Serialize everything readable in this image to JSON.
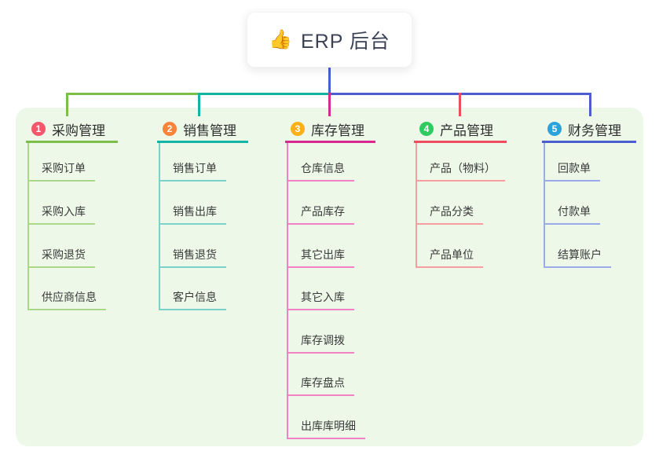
{
  "root": {
    "emoji": "👍",
    "label": "ERP 后台"
  },
  "colors": {
    "canvas_bg": "#ffffff",
    "panel_bg": "#edf8e9",
    "root_line": "#4a5ed0",
    "root_text": "#3b4256",
    "title_text": "#2e2e2e",
    "child_text": "#3a3a3a"
  },
  "branches": [
    {
      "number": "1",
      "label": "采购管理",
      "badge_color": "#f4566a",
      "line_color": "#7cbe4a",
      "child_line_color": "#a9d88b",
      "children": [
        "采购订单",
        "采购入库",
        "采购退货",
        "供应商信息"
      ]
    },
    {
      "number": "2",
      "label": "销售管理",
      "badge_color": "#f8843c",
      "line_color": "#13b3a6",
      "child_line_color": "#7ad3c9",
      "children": [
        "销售订单",
        "销售出库",
        "销售退货",
        "客户信息"
      ]
    },
    {
      "number": "3",
      "label": "库存管理",
      "badge_color": "#fbb017",
      "line_color": "#d62a8e",
      "child_line_color": "#ef82c1",
      "children": [
        "仓库信息",
        "产品库存",
        "其它出库",
        "其它入库",
        "库存调拨",
        "库存盘点",
        "出库库明细"
      ]
    },
    {
      "number": "4",
      "label": "产品管理",
      "badge_color": "#2fcb61",
      "line_color": "#ee4d5e",
      "child_line_color": "#f79da0",
      "children": [
        "产品（物料）",
        "产品分类",
        "产品单位"
      ]
    },
    {
      "number": "5",
      "label": "财务管理",
      "badge_color": "#2aa3dd",
      "line_color": "#4a5ed0",
      "child_line_color": "#9aabea",
      "children": [
        "回款单",
        "付款单",
        "结算账户"
      ]
    }
  ]
}
